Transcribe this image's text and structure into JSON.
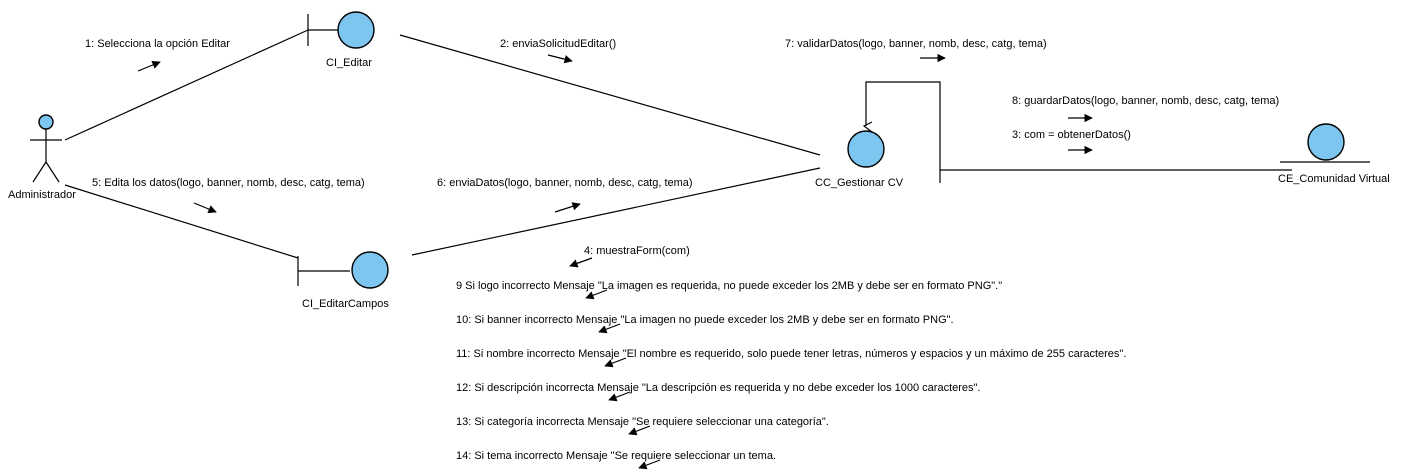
{
  "colors": {
    "object_fill": "#7dc6ef",
    "line": "#000000",
    "background": "#ffffff"
  },
  "actor": {
    "name": "Administrador",
    "icon": "stick-figure-actor-icon"
  },
  "objects": {
    "ci_editar": {
      "name": "CI_Editar",
      "stereotype": "boundary"
    },
    "ci_editar_campos": {
      "name": "CI_EditarCampos",
      "stereotype": "boundary"
    },
    "cc_gestionar": {
      "name": "CC_Gestionar CV",
      "stereotype": "control"
    },
    "ce_comunidad": {
      "name": "CE_Comunidad Virtual",
      "stereotype": "entity"
    }
  },
  "messages": {
    "m1": "1: Selecciona la opción Editar",
    "m2": "2: enviaSolicitudEditar()",
    "m3": "3: com = obtenerDatos()",
    "m4": "4: muestraForm(com)",
    "m5": "5: Edita los datos(logo, banner, nomb, desc, catg, tema)",
    "m6": "6: enviaDatos(logo, banner, nomb, desc, catg, tema)",
    "m7": "7: validarDatos(logo, banner, nomb, desc, catg, tema)",
    "m8": "8: guardarDatos(logo, banner, nomb, desc, catg, tema)",
    "m9": "9 Si logo incorrecto Mensaje \"La imagen es requerida, no puede exceder los 2MB y debe ser en formato PNG\".\"",
    "m10": "10: Si banner incorrecto Mensaje \"La imagen no puede exceder los 2MB y debe ser en formato PNG\".",
    "m11": "11: Si nombre incorrecto Mensaje \"El nombre es requerido, solo puede tener letras, números y espacios y un máximo de 255 caracteres\".",
    "m12": "12: Si descripción incorrecta Mensaje \"La descripción es requerida y no debe exceder los 1000 caracteres\".",
    "m13": "13: Si categoría incorrecta Mensaje \"Se requiere seleccionar una categoría\".",
    "m14": "14: Si tema incorrecto Mensaje \"Se requiere seleccionar un tema."
  }
}
